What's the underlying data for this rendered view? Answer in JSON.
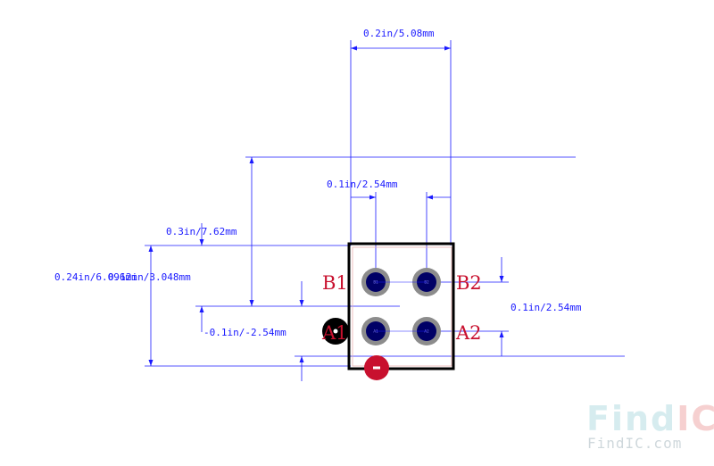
{
  "dimensions": {
    "top_width": "0.2in/5.08mm",
    "pitch_x": "0.1in/2.54mm",
    "height_left": "0.3in/7.62mm",
    "overall_left": "0.24in/6.096mm",
    "overlap_left": "0.12in/3.048mm",
    "pitch_y_neg": "-0.1in/-2.54mm",
    "pitch_y_right": "0.1in/2.54mm"
  },
  "pins": {
    "b1": "B1",
    "b2": "B2",
    "a1": "A1",
    "a2": "A2"
  },
  "pads": {
    "b1": "B1",
    "b2": "B2",
    "a1": "A1",
    "a2": "A2"
  },
  "watermark": {
    "brand_find": "Find",
    "brand_ic": "IC",
    "site": "FindIC.com"
  },
  "colors": {
    "dimension": "#1a1aff",
    "pin_label": "#c8102e",
    "outline": "#000000",
    "pad_ring": "#8c8c8c",
    "pad_hole": "#000066",
    "origin_marker": "#c8102e",
    "watermark_find": "#d6ecef",
    "watermark_ic": "#f6d0d0",
    "watermark_site": "#cfd8dc"
  },
  "icons": {
    "pin1_marker": "filled-circle",
    "origin": "red-circle-minus"
  }
}
